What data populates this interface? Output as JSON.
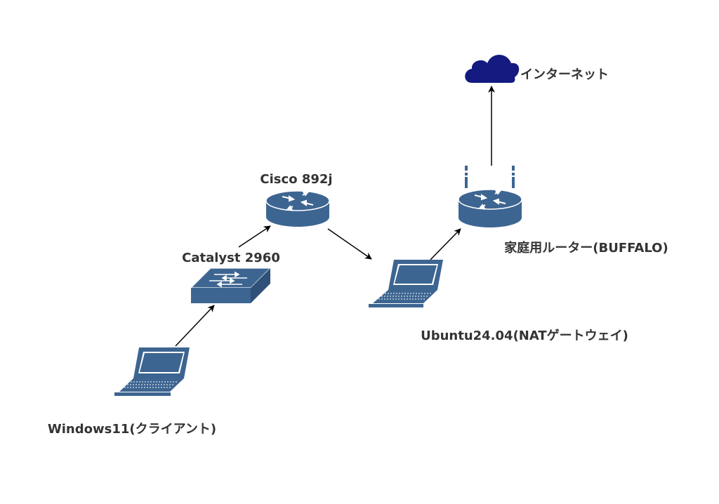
{
  "nodes": {
    "internet": {
      "label": "インターネット",
      "icon": "cloud-icon"
    },
    "home_router": {
      "label": "家庭用ルーター(BUFFALO)",
      "icon": "wireless-router-icon"
    },
    "cisco": {
      "label": "Cisco 892j",
      "icon": "router-icon"
    },
    "catalyst": {
      "label": "Catalyst 2960",
      "icon": "switch-icon"
    },
    "ubuntu": {
      "label": "Ubuntu24.04(NATゲートウェイ)",
      "icon": "laptop-icon"
    },
    "windows": {
      "label": "Windows11(クライアント)",
      "icon": "laptop-icon"
    }
  },
  "edges": [
    {
      "from": "windows",
      "to": "catalyst"
    },
    {
      "from": "catalyst",
      "to": "cisco"
    },
    {
      "from": "cisco",
      "to": "ubuntu"
    },
    {
      "from": "ubuntu",
      "to": "home_router"
    },
    {
      "from": "home_router",
      "to": "internet"
    }
  ],
  "colors": {
    "device": "#3d6591",
    "cloud": "#141a80",
    "arrow": "#000000",
    "label": "#333333"
  }
}
